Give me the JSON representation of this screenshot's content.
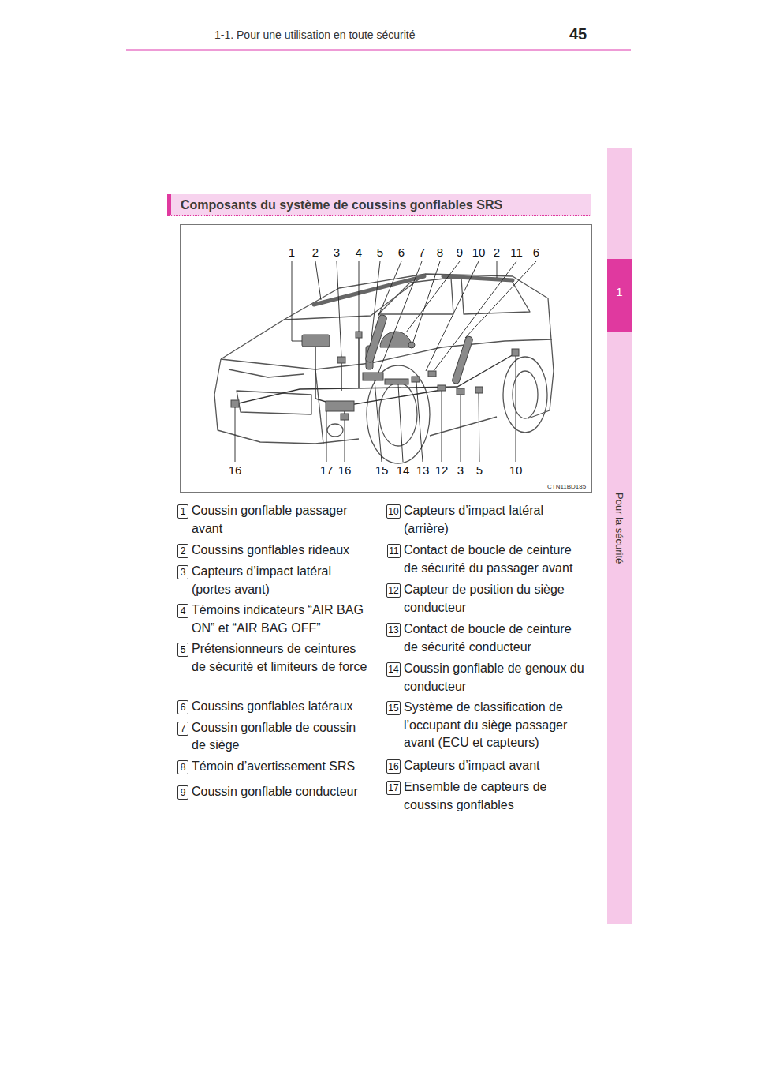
{
  "diagram": {
    "nodes": [
      {
        "text": [
          "Composants du système de coussins gonflables SRS"
        ]
      },
      {
        "text": [
          "1"
        ]
      },
      {
        "text": [
          "2"
        ]
      },
      {
        "text": [
          "3"
        ]
      },
      {
        "text": [
          "4"
        ]
      },
      {
        "text": [
          "5"
        ]
      },
      {
        "text": [
          "6"
        ]
      },
      {
        "text": [
          "7"
        ]
      },
      {
        "text": [
          "8"
        ]
      },
      {
        "text": [
          "9"
        ]
      },
      {
        "text": [
          "10"
        ]
      },
      {
        "text": [
          "11"
        ]
      },
      {
        "text": [
          "12"
        ]
      },
      {
        "text": [
          "13"
        ]
      },
      {
        "text": [
          "14"
        ]
      },
      {
        "text": [
          "15"
        ]
      },
      {
        "text": [
          "16"
        ]
      },
      {
        "text": [
          "17"
        ]
      },
      {
        "text": [
          "Pour la sécurité"
        ]
      },
      {
        "text": [
          "1"
        ],
        "in": 18
      }
    ],
    "labels": [
      "1-1. Pour une utilisation en toute sécurité",
      "45",
      "1",
      "2",
      "3",
      "4",
      "5",
      "6",
      "7",
      "8",
      "9",
      "10",
      "2",
      "11",
      "6",
      "16",
      "17",
      "16",
      "15",
      "14",
      "13",
      "12",
      "3",
      "5",
      "10",
      "CTN11BD185",
      "Coussin gonflable passager avant",
      "Coussins gonflables rideaux",
      "Capteurs d’impact latéral (portes avant)",
      "Témoins indicateurs “AIR BAG ON” et “AIR BAG OFF”",
      "Prétensionneurs de ceintures de sécurité et limiteurs de force",
      "Coussins gonflables latéraux",
      "Coussin gonflable de coussin de siège",
      "Témoin d’avertissement SRS",
      "Coussin gonflable conducteur",
      "Capteurs d’impact latéral (arrière)",
      "Contact de boucle de ceinture de sécurité du passager avant",
      "Capteur de position du siège conducteur",
      "Contact de boucle de ceinture de sécurité conducteur",
      "Coussin gonflable de genoux du conducteur",
      "Système de classification de l’occupant du siège passager avant (ECU et capteurs)",
      "Capteurs d’impact avant",
      "Ensemble de capteurs de coussins gonflables"
    ]
  }
}
